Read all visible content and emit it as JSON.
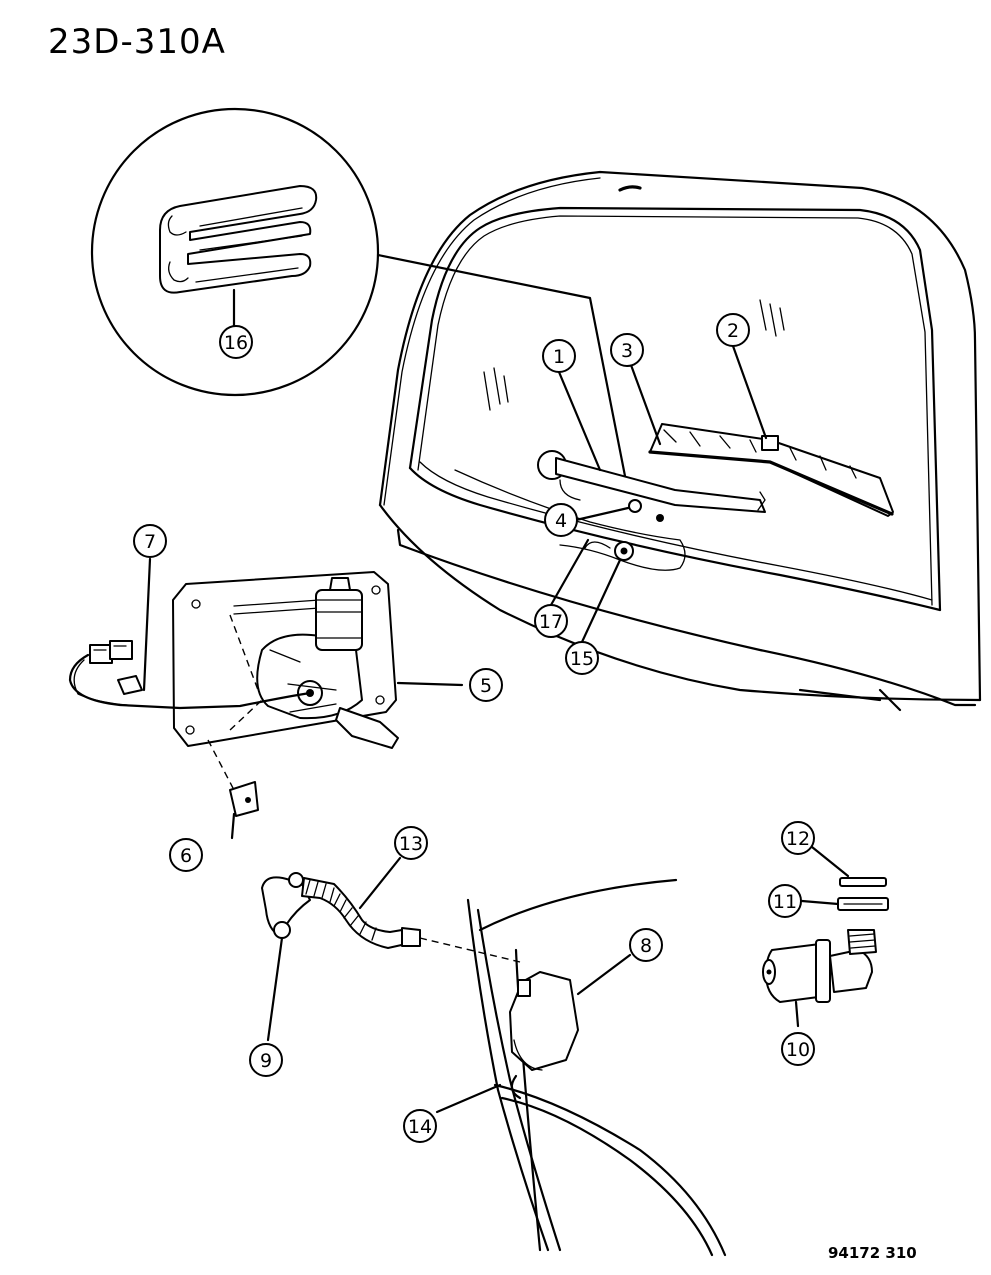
{
  "header": {
    "diagram_id": "23D-310A"
  },
  "footer": {
    "figure_code": "94172 310"
  },
  "callouts": [
    {
      "number": "1"
    },
    {
      "number": "2"
    },
    {
      "number": "3"
    },
    {
      "number": "4"
    },
    {
      "number": "5"
    },
    {
      "number": "6"
    },
    {
      "number": "7"
    },
    {
      "number": "8"
    },
    {
      "number": "9"
    },
    {
      "number": "10"
    },
    {
      "number": "11"
    },
    {
      "number": "12"
    },
    {
      "number": "13"
    },
    {
      "number": "14"
    },
    {
      "number": "15"
    },
    {
      "number": "16"
    },
    {
      "number": "17"
    }
  ]
}
